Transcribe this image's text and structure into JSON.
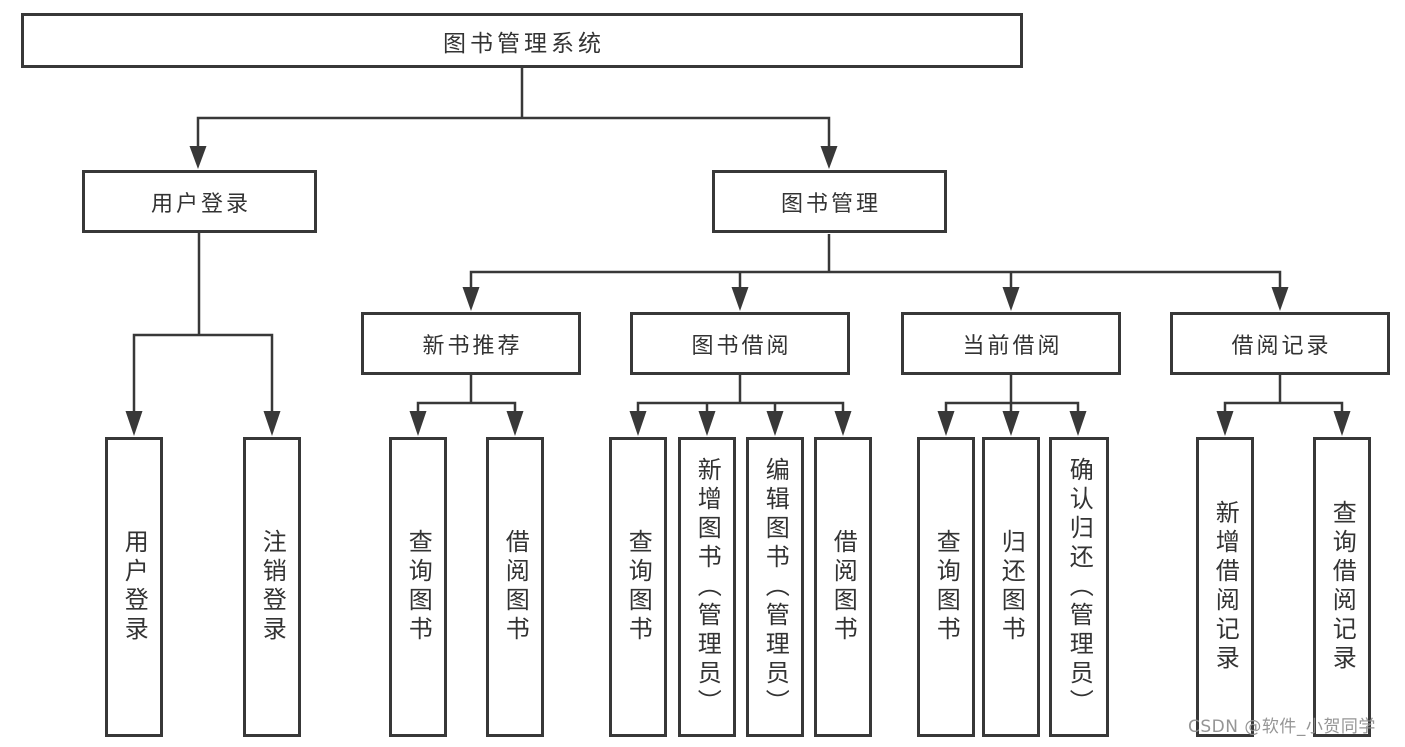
{
  "nodes": {
    "root": {
      "label": "图书管理系统"
    },
    "user_login": {
      "label": "用户登录"
    },
    "book_mgmt": {
      "label": "图书管理"
    },
    "new_book": {
      "label": "新书推荐"
    },
    "book_borrow": {
      "label": "图书借阅"
    },
    "current_borrow": {
      "label": "当前借阅"
    },
    "borrow_record": {
      "label": "借阅记录"
    },
    "leaf_login": {
      "label": "用户登录"
    },
    "leaf_logout": {
      "label": "注销登录"
    },
    "leaf_nb_query": {
      "label": "查询图书"
    },
    "leaf_nb_borrow": {
      "label": "借阅图书"
    },
    "leaf_bb_query": {
      "label": "查询图书"
    },
    "leaf_bb_add": {
      "label": "新增图书（管理员）"
    },
    "leaf_bb_edit": {
      "label": "编辑图书（管理员）"
    },
    "leaf_bb_borrow": {
      "label": "借阅图书"
    },
    "leaf_cb_query": {
      "label": "查询图书"
    },
    "leaf_cb_return": {
      "label": "归还图书"
    },
    "leaf_cb_confirm": {
      "label": "确认归还（管理员）"
    },
    "leaf_br_add": {
      "label": "新增借阅记录"
    },
    "leaf_br_query": {
      "label": "查询借阅记录"
    }
  },
  "watermark": {
    "text": "CSDN @软件_小贺同学"
  },
  "colors": {
    "line": "#383838",
    "text": "#333333",
    "box_fill": "#ffffff",
    "background": "#ffffff",
    "watermark": "#8c8c8c"
  }
}
